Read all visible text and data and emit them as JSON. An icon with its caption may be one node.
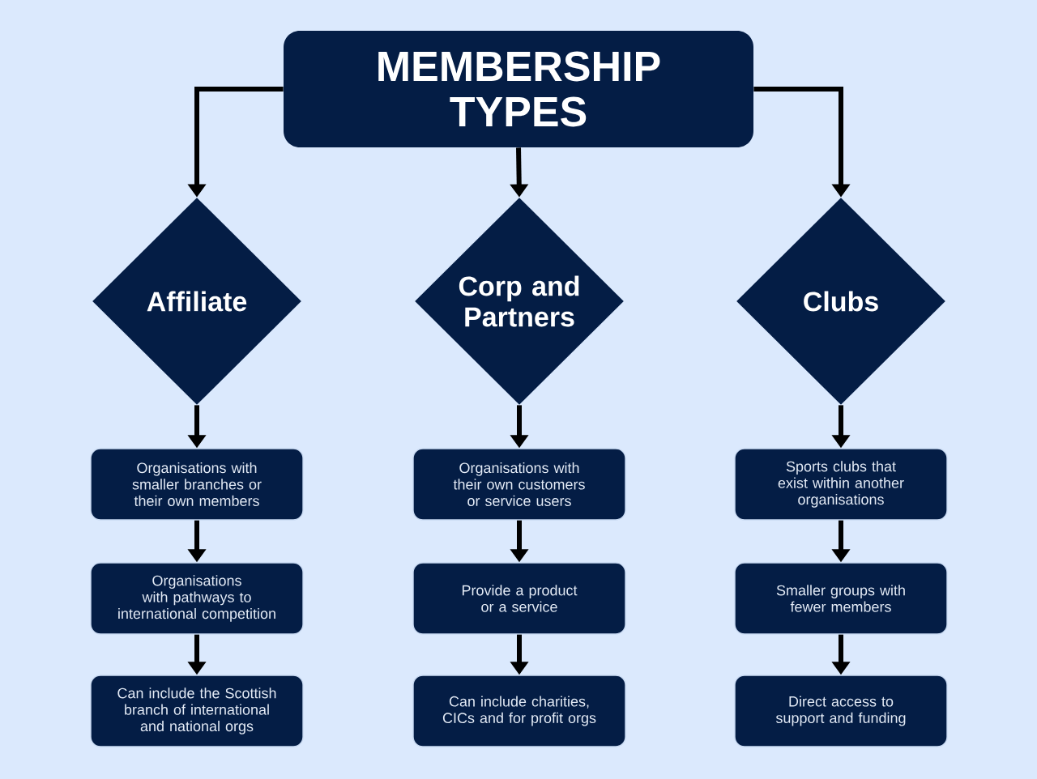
{
  "diagram": {
    "nodes": [
      {
        "text": [
          "MEMBERSHIP TYPES"
        ]
      },
      {
        "text": [
          "Affiliate"
        ]
      },
      {
        "text": [
          "Corp and Partners"
        ]
      },
      {
        "text": [
          "Clubs"
        ]
      },
      {
        "text": [
          "Organisations with smaller branches or their own members"
        ]
      },
      {
        "text": [
          "Organisations with their own customers or service users"
        ]
      },
      {
        "text": [
          "Sports clubs that exist within another organisations"
        ]
      },
      {
        "text": [
          "Organisations with pathways to international competition"
        ]
      },
      {
        "text": [
          "Provide a product or a service"
        ]
      },
      {
        "text": [
          "Smaller groups with fewer members"
        ]
      },
      {
        "text": [
          "Can include the Scottish branch of international and national orgs"
        ]
      },
      {
        "text": [
          "Can include charities, CICs and for profit orgs"
        ]
      },
      {
        "text": [
          "Direct access to support and funding"
        ]
      }
    ],
    "edges": [
      {
        "from": 0,
        "to": 1,
        "arrow": "to"
      },
      {
        "from": 0,
        "to": 2,
        "arrow": "to"
      },
      {
        "from": 0,
        "to": 3,
        "arrow": "to"
      },
      {
        "from": 1,
        "to": 4,
        "arrow": "to"
      },
      {
        "from": 4,
        "to": 7,
        "arrow": "to"
      },
      {
        "from": 7,
        "to": 10,
        "arrow": "to"
      },
      {
        "from": 2,
        "to": 5,
        "arrow": "to"
      },
      {
        "from": 5,
        "to": 8,
        "arrow": "to"
      },
      {
        "from": 8,
        "to": 11,
        "arrow": "to"
      },
      {
        "from": 3,
        "to": 6,
        "arrow": "to"
      },
      {
        "from": 6,
        "to": 9,
        "arrow": "to"
      },
      {
        "from": 9,
        "to": 12,
        "arrow": "to"
      }
    ]
  }
}
